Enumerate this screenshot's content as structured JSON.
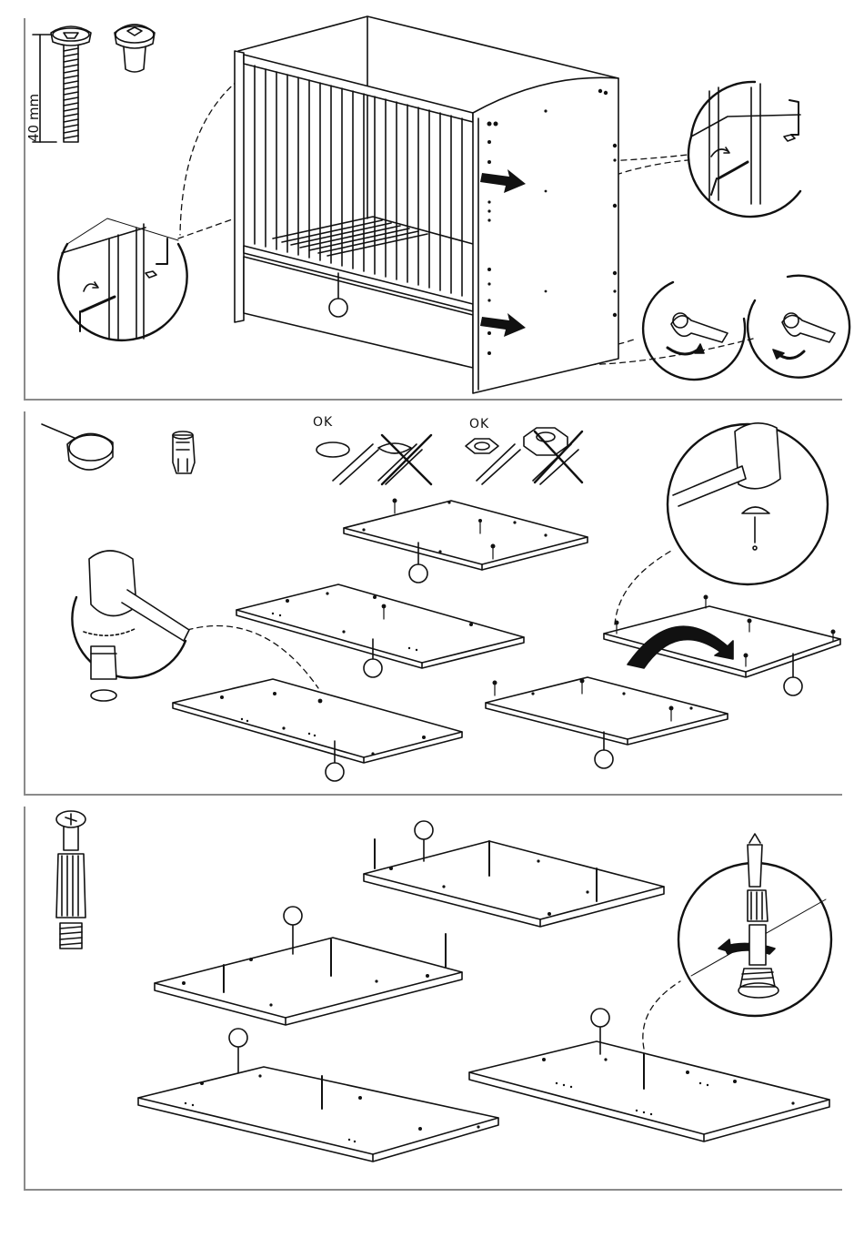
{
  "measurement": {
    "screw_length_label": "40 mm"
  },
  "stamps": {
    "ok_1": "OK",
    "ok_2": "OK"
  },
  "colors": {
    "line": "#111111",
    "frame": "#8a8a8a",
    "arrow_fill": "#111111"
  },
  "icons": [
    "screw-icon",
    "cap-nut-icon",
    "allen-key-icon",
    "hammer-icon",
    "nail-glide-icon",
    "dowel-insert-icon",
    "cam-bolt-icon",
    "screwdriver-icon",
    "rotate-arrow-icon",
    "cross-out-icon"
  ]
}
